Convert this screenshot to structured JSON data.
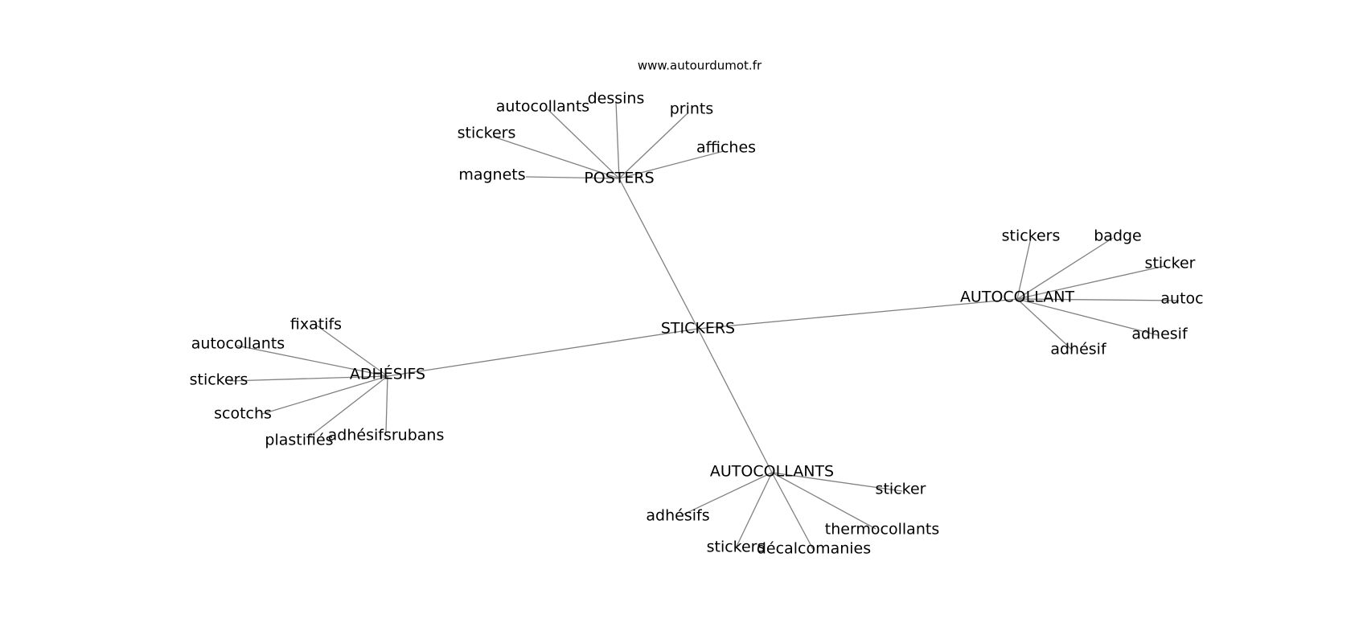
{
  "diagram": {
    "site": "www.autourdumot.fr",
    "edge_color": "#808080",
    "text_color": "#000000",
    "center": {
      "label": "STICKERS"
    },
    "hubs": [
      {
        "id": "posters",
        "label": "POSTERS",
        "leaves": [
          "magnets",
          "stickers",
          "autocollants",
          "dessins",
          "prints",
          "affiches"
        ]
      },
      {
        "id": "autocollant",
        "label": "AUTOCOLLANT",
        "leaves": [
          "stickers",
          "badge",
          "sticker",
          "autoc",
          "adhesif",
          "adhésif"
        ]
      },
      {
        "id": "adhesifs",
        "label": "ADHÉSIFS",
        "leaves": [
          "fixatifs",
          "autocollants",
          "stickers",
          "scotchs",
          "plastifiés",
          "adhésifsrubans"
        ]
      },
      {
        "id": "autocollants",
        "label": "AUTOCOLLANTS",
        "leaves": [
          "sticker",
          "thermocollants",
          "décalcomanies",
          "stickers",
          "adhésifs"
        ]
      }
    ]
  }
}
